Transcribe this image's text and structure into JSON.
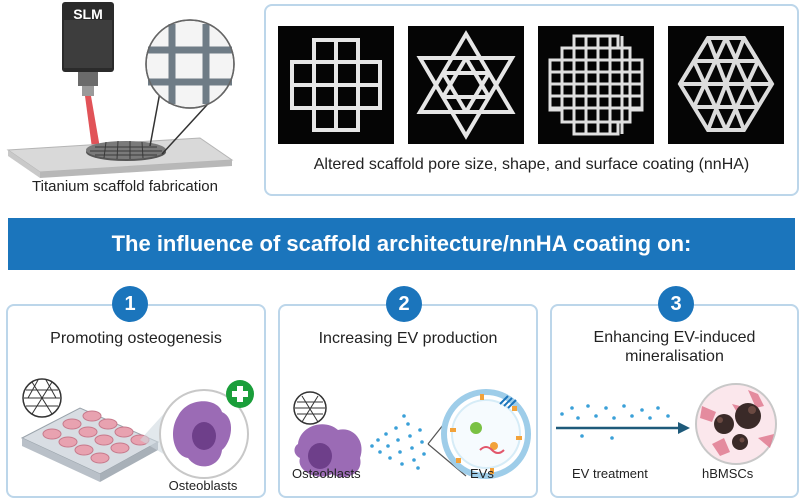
{
  "top_left": {
    "slm_label": "SLM",
    "caption": "Titanium scaffold fabrication"
  },
  "top_right": {
    "caption": "Altered scaffold pore size, shape, and surface coating (nnHA)"
  },
  "banner": {
    "text": "The influence of scaffold architecture/nnHA coating on:"
  },
  "panels": [
    {
      "number": "1",
      "title": "Promoting osteogenesis",
      "labels": [
        "Osteoblasts"
      ]
    },
    {
      "number": "2",
      "title": "Increasing EV production",
      "labels": [
        "Osteoblasts",
        "EVs"
      ]
    },
    {
      "number": "3",
      "title": "Enhancing EV-induced mineralisation",
      "labels": [
        "EV treatment",
        "hBMSCs"
      ]
    }
  ],
  "colors": {
    "accent": "#1b75bc",
    "border": "#bcd6ea",
    "cell_purple": "#9b6bb5",
    "laser_red": "#d71920",
    "plus_green": "#1a9e3a"
  }
}
